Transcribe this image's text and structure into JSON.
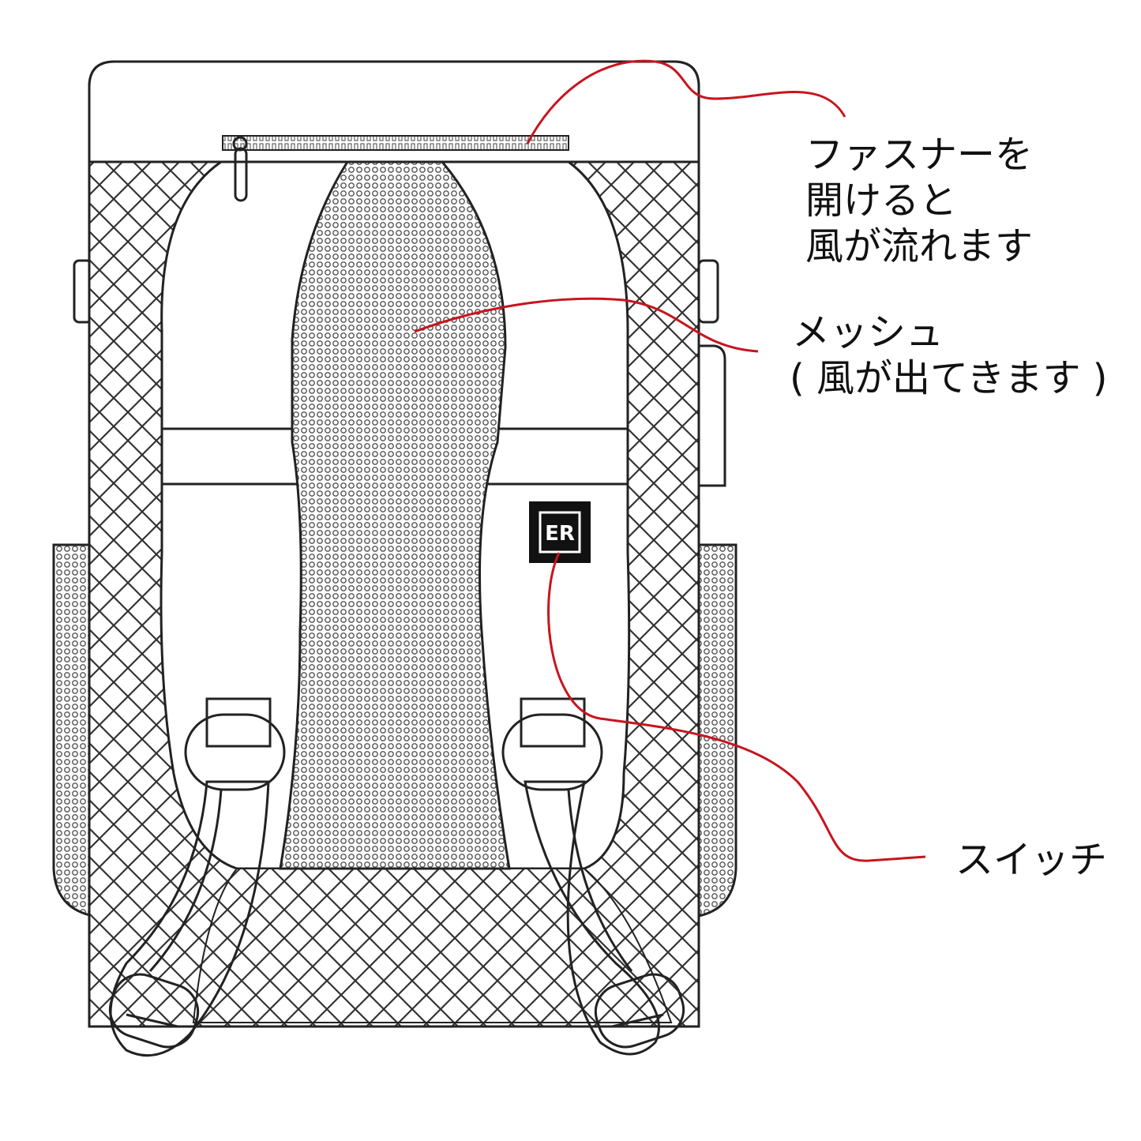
{
  "annotations": {
    "zipper": {
      "lines": [
        "ファスナーを",
        "開けると",
        "風が流れます"
      ]
    },
    "mesh": {
      "lines": [
        "メッシュ",
        "( 風が出てきます )"
      ]
    },
    "switch": {
      "lines": [
        "スイッチ"
      ]
    }
  },
  "logo": {
    "text": "ER"
  },
  "colors": {
    "leader_line": "#c8141e",
    "outline": "#222222",
    "logo_bg": "#111111"
  }
}
